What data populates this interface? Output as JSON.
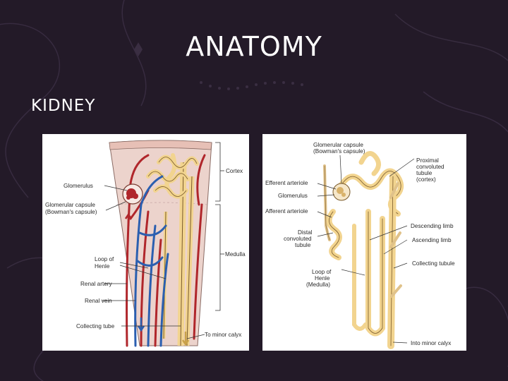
{
  "slide": {
    "title": "ANATOMY",
    "subtitle": "KIDNEY"
  },
  "colors": {
    "background": "#231a28",
    "artery": "#b0262b",
    "vein": "#2b5fb0",
    "tubule": "#f2d48f",
    "tissue": "#ecd3cc"
  },
  "left_diagram": {
    "labels": {
      "cortex": "Cortex",
      "glomerulus": "Glomerulus",
      "glomerular_capsule_1": "Glomerular capsule",
      "glomerular_capsule_2": "(Bowman's capsule)",
      "medulla": "Medulla",
      "loop_1": "Loop of",
      "loop_2": "Henle",
      "renal_artery": "Renal artery",
      "renal_vein": "Renal vein",
      "collecting_tube": "Collecting tube",
      "minor_calyx": "To minor calyx"
    }
  },
  "right_diagram": {
    "labels": {
      "glomerular_capsule_1": "Glomerular capsule",
      "glomerular_capsule_2": "(Bowman's capsule)",
      "proximal_1": "Proximal",
      "proximal_2": "convoluted",
      "proximal_3": "tubule",
      "proximal_4": "(cortex)",
      "efferent": "Efferent arteriole",
      "glomerulus": "Glomerulus",
      "afferent": "Afferent arteriole",
      "descending": "Descending limb",
      "distal_1": "Distal",
      "distal_2": "convoluted",
      "distal_3": "tubule",
      "ascending": "Ascending limb",
      "collecting": "Collecting tubule",
      "loop_1": "Loop of",
      "loop_2": "Henle",
      "loop_3": "(Medulla)",
      "minor_calyx": "Into minor calyx"
    }
  }
}
